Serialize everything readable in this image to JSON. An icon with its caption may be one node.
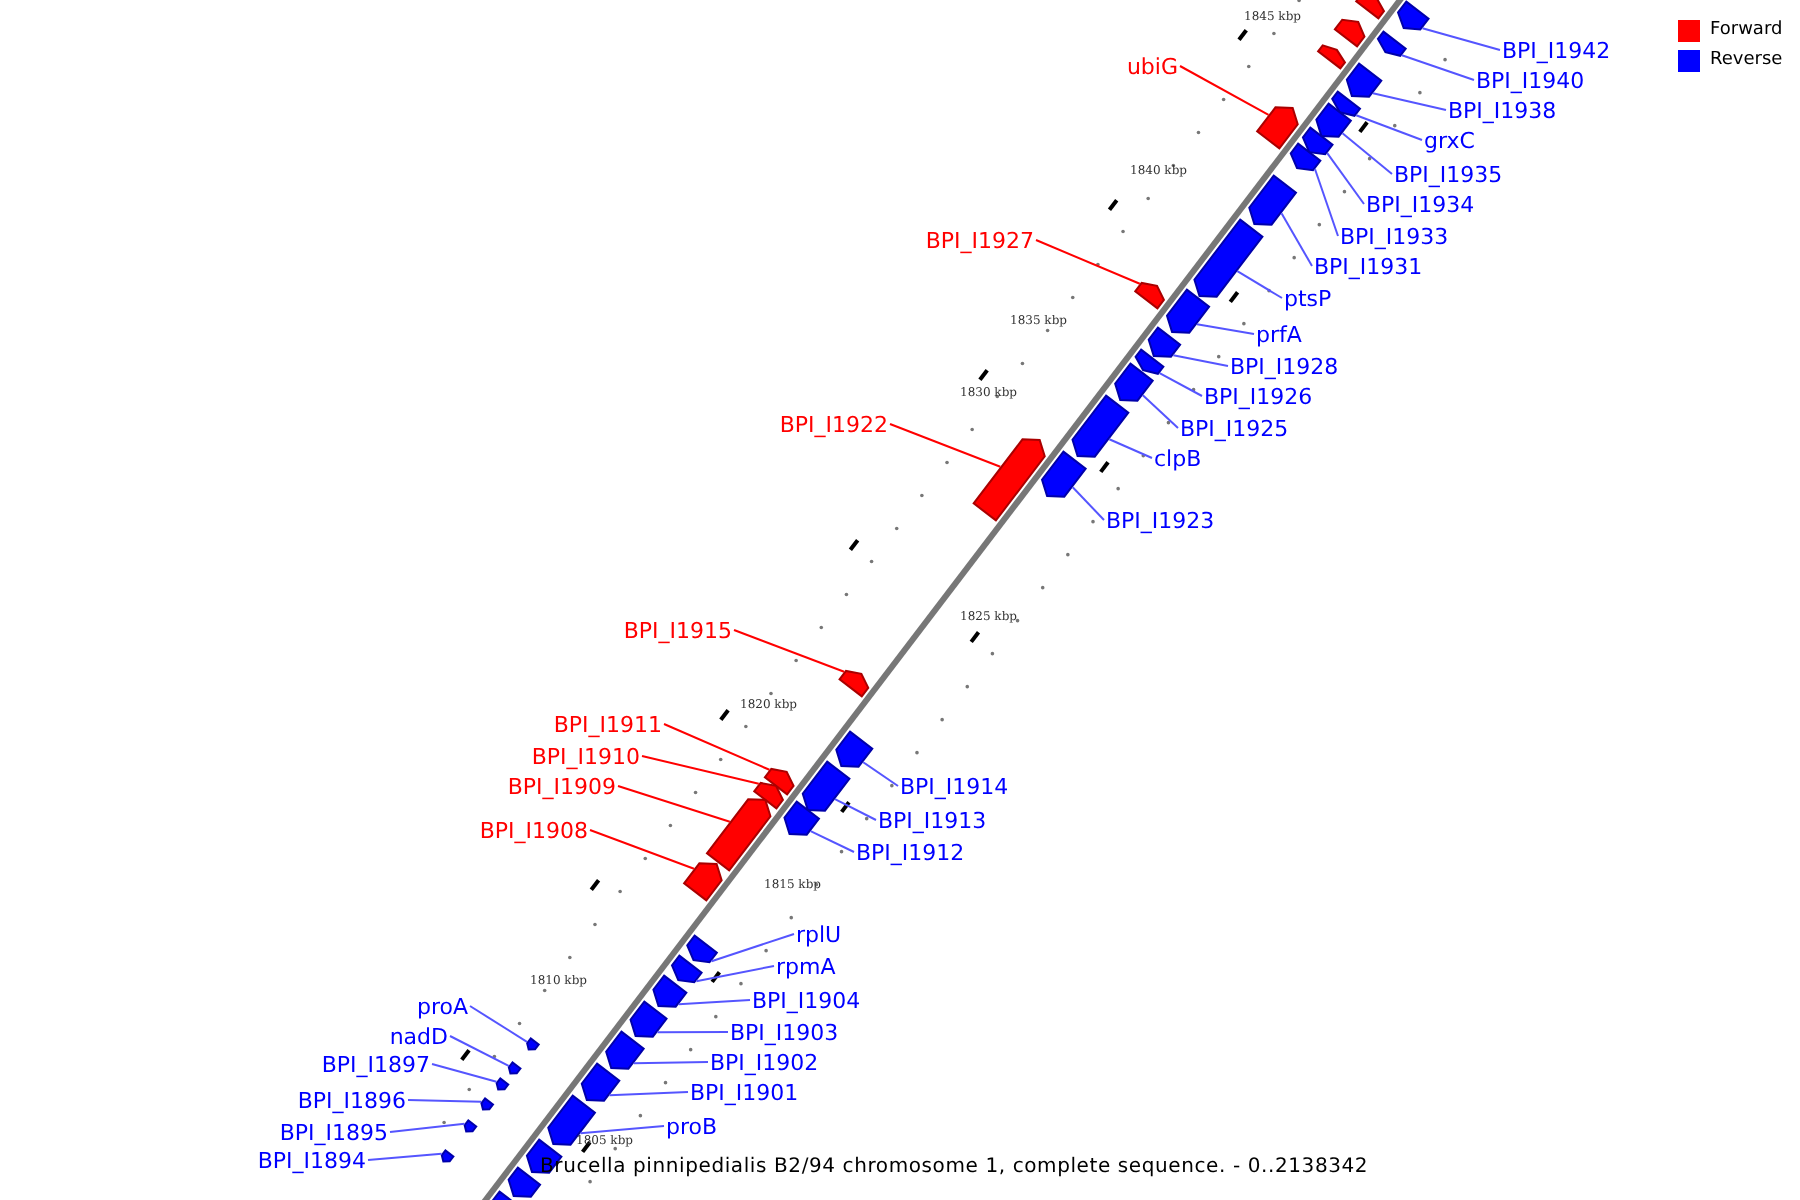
{
  "diagram": {
    "caption": "Brucella pinnipedialis B2/94 chromosome 1, complete sequence. - 0..2138342",
    "nodes": [
      {
        "text": [
          "BPI_I1942"
        ]
      },
      {
        "text": [
          "BPI_I1940"
        ]
      },
      {
        "text": [
          "ubiG"
        ]
      },
      {
        "text": [
          "BPI_I1938"
        ]
      },
      {
        "text": [
          "grxC"
        ]
      },
      {
        "text": [
          "BPI_I1935"
        ]
      },
      {
        "text": [
          "BPI_I1934"
        ]
      },
      {
        "text": [
          "BPI_I1927"
        ]
      },
      {
        "text": [
          "BPI_I1933"
        ]
      },
      {
        "text": [
          "BPI_I1931"
        ]
      },
      {
        "text": [
          "ptsP"
        ]
      },
      {
        "text": [
          "prfA"
        ]
      },
      {
        "text": [
          "BPI_I1928"
        ]
      },
      {
        "text": [
          "BPI_I1926"
        ]
      },
      {
        "text": [
          "BPI_I1922"
        ]
      },
      {
        "text": [
          "BPI_I1925"
        ]
      },
      {
        "text": [
          "clpB"
        ]
      },
      {
        "text": [
          "BPI_I1923"
        ]
      },
      {
        "text": [
          "BPI_I1915"
        ]
      },
      {
        "text": [
          "BPI_I1911"
        ]
      },
      {
        "text": [
          "BPI_I1910"
        ]
      },
      {
        "text": [
          "BPI_I1914"
        ]
      },
      {
        "text": [
          "BPI_I1909"
        ]
      },
      {
        "text": [
          "BPI_I1913"
        ]
      },
      {
        "text": [
          "BPI_I1908"
        ]
      },
      {
        "text": [
          "BPI_I1912"
        ]
      },
      {
        "text": [
          "rplU"
        ]
      },
      {
        "text": [
          "rpmA"
        ]
      },
      {
        "text": [
          "BPI_I1904"
        ]
      },
      {
        "text": [
          "proA"
        ]
      },
      {
        "text": [
          "BPI_I1903"
        ]
      },
      {
        "text": [
          "nadD"
        ]
      },
      {
        "text": [
          "BPI_I1897"
        ]
      },
      {
        "text": [
          "BPI_I1902"
        ]
      },
      {
        "text": [
          "BPI_I1901"
        ]
      },
      {
        "text": [
          "BPI_I1896"
        ]
      },
      {
        "text": [
          "proB"
        ]
      },
      {
        "text": [
          "BPI_I1895"
        ]
      },
      {
        "text": [
          "BPI_I1894"
        ]
      },
      {
        "text": [],
        "shape": "box"
      },
      {
        "text": [],
        "shape": "box"
      },
      {
        "text": [],
        "shape": "box"
      },
      {
        "text": [],
        "shape": "box"
      },
      {
        "text": [],
        "shape": "box"
      },
      {
        "text": [],
        "shape": "box"
      },
      {
        "text": [],
        "shape": "box"
      },
      {
        "text": [],
        "shape": "box"
      },
      {
        "text": [],
        "shape": "box"
      },
      {
        "text": [],
        "shape": "box"
      },
      {
        "text": [],
        "shape": "box"
      },
      {
        "text": [],
        "shape": "box"
      },
      {
        "text": [],
        "shape": "box"
      },
      {
        "text": [],
        "shape": "box"
      },
      {
        "text": [],
        "shape": "box"
      },
      {
        "text": [],
        "shape": "box"
      },
      {
        "text": [],
        "shape": "box"
      },
      {
        "text": [],
        "shape": "box"
      },
      {
        "text": [],
        "shape": "box"
      },
      {
        "text": [],
        "shape": "box"
      },
      {
        "text": [],
        "shape": "box"
      },
      {
        "text": [],
        "shape": "box"
      },
      {
        "text": [],
        "shape": "box"
      },
      {
        "text": [],
        "shape": "box"
      },
      {
        "text": [],
        "shape": "box"
      },
      {
        "text": [],
        "shape": "box"
      },
      {
        "text": [],
        "shape": "box"
      },
      {
        "text": [],
        "shape": "box"
      },
      {
        "text": [],
        "shape": "box"
      },
      {
        "text": [],
        "shape": "box"
      },
      {
        "text": [],
        "shape": "box"
      },
      {
        "text": [],
        "shape": "box"
      },
      {
        "text": [],
        "shape": "box"
      },
      {
        "text": [],
        "shape": "box"
      },
      {
        "text": [],
        "shape": "box"
      },
      {
        "text": [],
        "shape": "box"
      },
      {
        "text": [],
        "shape": "box"
      },
      {
        "text": [],
        "shape": "box"
      },
      {
        "text": [],
        "shape": "box"
      },
      {
        "text": [],
        "shape": "box"
      },
      {
        "text": [],
        "shape": "box"
      },
      {
        "text": [],
        "shape": "box"
      },
      {
        "text": [],
        "shape": "box"
      },
      {
        "text": [],
        "shape": "box"
      },
      {
        "text": [],
        "shape": "box"
      }
    ],
    "edges": [
      {
        "from": 0,
        "to": 39,
        "arrow": "none"
      },
      {
        "from": 1,
        "to": 40,
        "arrow": "none"
      },
      {
        "from": 2,
        "to": 41,
        "arrow": "none",
        "color": "#ff0000"
      },
      {
        "from": 3,
        "to": 42,
        "arrow": "none"
      },
      {
        "from": 4,
        "to": 43,
        "arrow": "none"
      },
      {
        "from": 5,
        "to": 44,
        "arrow": "none"
      },
      {
        "from": 6,
        "to": 45,
        "arrow": "none"
      },
      {
        "from": 7,
        "to": 46,
        "arrow": "none",
        "color": "#ff0000"
      },
      {
        "from": 8,
        "to": 47,
        "arrow": "none"
      },
      {
        "from": 9,
        "to": 48,
        "arrow": "none"
      },
      {
        "from": 10,
        "to": 49,
        "arrow": "none"
      },
      {
        "from": 11,
        "to": 50,
        "arrow": "none"
      },
      {
        "from": 12,
        "to": 51,
        "arrow": "none"
      },
      {
        "from": 13,
        "to": 52,
        "arrow": "none"
      },
      {
        "from": 14,
        "to": 53,
        "arrow": "none",
        "color": "#ff0000"
      },
      {
        "from": 15,
        "to": 54,
        "arrow": "none"
      },
      {
        "from": 16,
        "to": 55,
        "arrow": "none"
      },
      {
        "from": 17,
        "to": 56,
        "arrow": "none"
      },
      {
        "from": 18,
        "to": 57,
        "arrow": "none",
        "color": "#ff0000"
      },
      {
        "from": 19,
        "to": 58,
        "arrow": "none",
        "color": "#ff0000"
      },
      {
        "from": 20,
        "to": 59,
        "arrow": "none",
        "color": "#ff0000"
      },
      {
        "from": 21,
        "to": 60,
        "arrow": "none"
      },
      {
        "from": 22,
        "to": 61,
        "arrow": "none",
        "color": "#ff0000"
      },
      {
        "from": 23,
        "to": 62,
        "arrow": "none"
      },
      {
        "from": 24,
        "to": 63,
        "arrow": "none",
        "color": "#ff0000"
      },
      {
        "from": 25,
        "to": 64,
        "arrow": "none"
      },
      {
        "from": 26,
        "to": 65,
        "arrow": "none"
      },
      {
        "from": 27,
        "to": 66,
        "arrow": "none"
      },
      {
        "from": 28,
        "to": 67,
        "arrow": "none"
      },
      {
        "from": 29,
        "to": 68,
        "arrow": "none"
      },
      {
        "from": 30,
        "to": 69,
        "arrow": "none"
      },
      {
        "from": 31,
        "to": 70,
        "arrow": "none"
      },
      {
        "from": 32,
        "to": 71,
        "arrow": "none"
      },
      {
        "from": 33,
        "to": 72,
        "arrow": "none"
      },
      {
        "from": 34,
        "to": 73,
        "arrow": "none"
      },
      {
        "from": 35,
        "to": 74,
        "arrow": "none"
      },
      {
        "from": 36,
        "to": 75,
        "arrow": "none"
      },
      {
        "from": 37,
        "to": 76,
        "arrow": "none"
      },
      {
        "from": 38,
        "to": 77,
        "arrow": "none"
      }
    ],
    "labels": [
      "1845 kbp",
      "1840 kbp",
      "1835 kbp",
      "1830 kbp",
      "1825 kbp",
      "1820 kbp",
      "1815 kbp",
      "1810 kbp",
      "1805 kbp"
    ],
    "legend": [
      {
        "text": "Forward",
        "color": "#ff0000"
      },
      {
        "text": "Reverse",
        "color": "#0000ff"
      }
    ]
  }
}
